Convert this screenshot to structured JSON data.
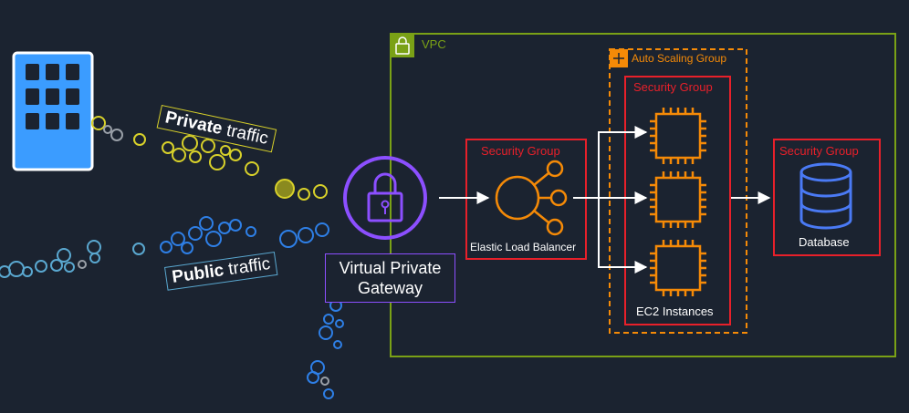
{
  "colors": {
    "background": "#1b2330",
    "vpc_green": "#7aa116",
    "security_red": "#e8202a",
    "asg_orange": "#f58a07",
    "ec2_orange": "#f58a07",
    "elb_orange": "#f58a07",
    "vpg_purple": "#8c4fff",
    "database_blue": "#4a7af5",
    "building_blue": "#3b9cff",
    "private_yellow": "#d8d12a",
    "public_blue": "#2e7fe6"
  },
  "labels": {
    "private_bold": "Private",
    "private_rest": "traffic",
    "public_bold": "Public",
    "public_rest": "traffic",
    "vpc": "VPC",
    "auto_scaling_group": "Auto Scaling Group",
    "sg_elb": "Security Group",
    "sg_ec2": "Security Group",
    "sg_db": "Security Group",
    "elb": "Elastic Load Balancer",
    "ec2": "EC2 Instances",
    "database": "Database",
    "vpg_line1": "Virtual Private",
    "vpg_line2": "Gateway"
  },
  "icons": [
    "office-building-icon",
    "lock-icon",
    "load-balancer-icon",
    "chip-icon",
    "database-icon",
    "vpc-lock-icon",
    "auto-scaling-icon"
  ]
}
